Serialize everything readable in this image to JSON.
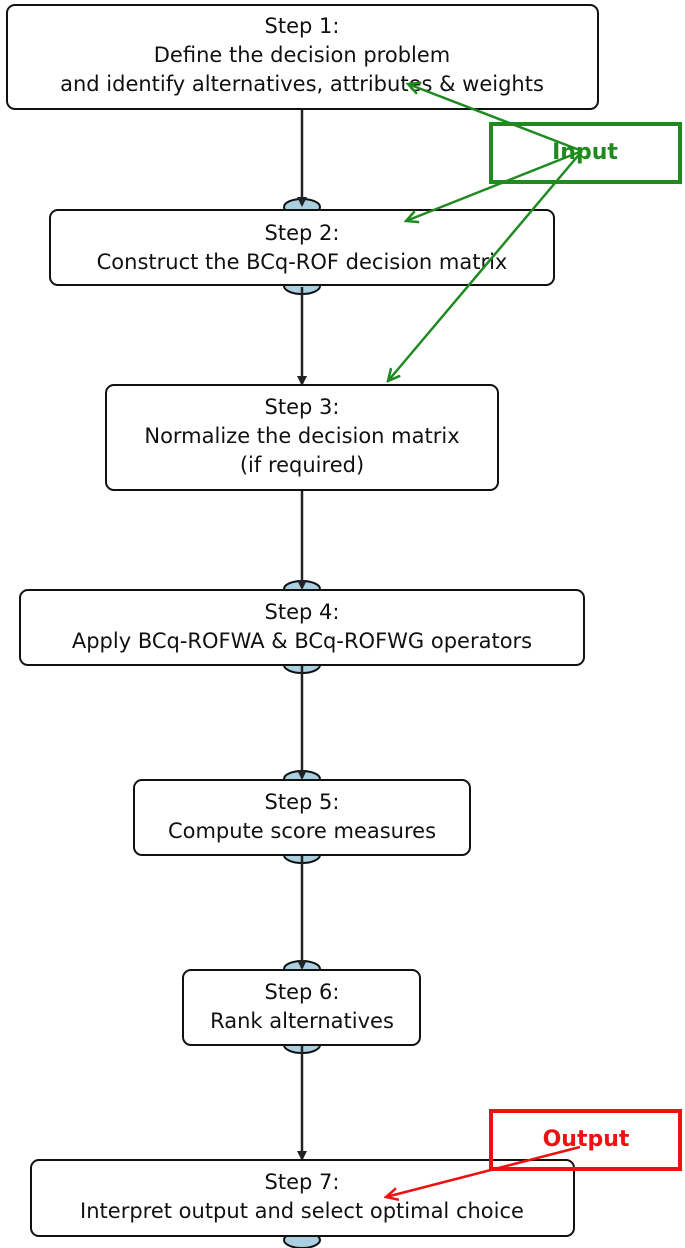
{
  "steps": [
    {
      "id": "step-1",
      "lines": [
        "Step 1:",
        "Define the decision problem",
        "and identify alternatives, attributes & weights"
      ]
    },
    {
      "id": "step-2",
      "lines": [
        "Step 2:",
        "Construct the BCq-ROF decision matrix"
      ]
    },
    {
      "id": "step-3",
      "lines": [
        "Step 3:",
        "Normalize the decision matrix",
        "(if required)"
      ]
    },
    {
      "id": "step-4",
      "lines": [
        "Step 4:",
        "Apply BCq-ROFWA & BCq-ROFWG operators"
      ]
    },
    {
      "id": "step-5",
      "lines": [
        "Step 5:",
        "Compute score measures"
      ]
    },
    {
      "id": "step-6",
      "lines": [
        "Step 6:",
        "Rank alternatives"
      ]
    },
    {
      "id": "step-7",
      "lines": [
        "Step 7:",
        "Interpret output and select optimal choice"
      ]
    }
  ],
  "input": {
    "label": "Input",
    "color": "#1f8a1f"
  },
  "output": {
    "label": "Output",
    "color": "#ee1111"
  },
  "colors": {
    "box_border": "#111111",
    "arrow": "#222222",
    "node_fill": "#a9cfe0"
  }
}
